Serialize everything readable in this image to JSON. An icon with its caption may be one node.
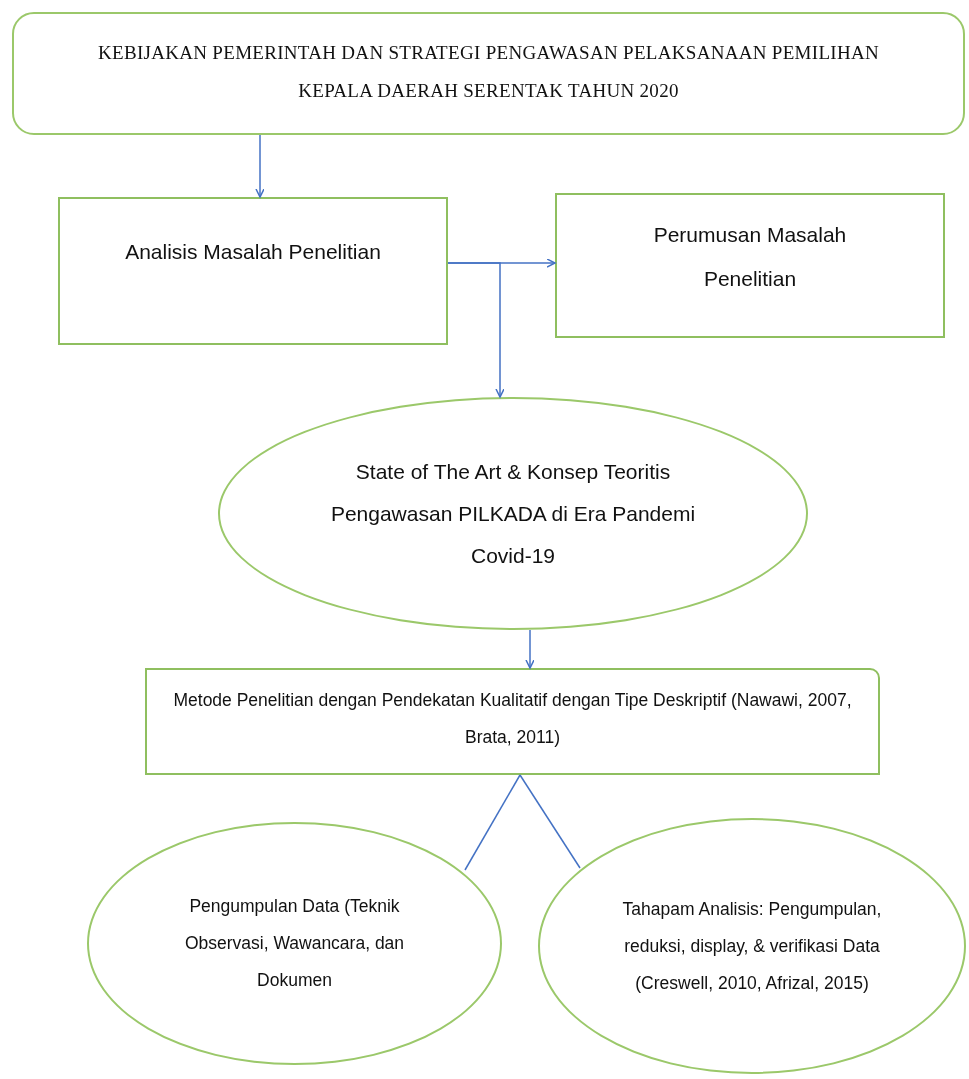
{
  "diagram": {
    "nodes": [
      {
        "text": [
          "KEBIJAKAN PEMERINTAH DAN STRATEGI PENGAWASAN PELAKSANAAN PEMILIHAN KEPALA DAERAH SERENTAK TAHUN 2020"
        ]
      },
      {
        "text": [
          "Analisis Masalah Penelitian"
        ]
      },
      {
        "text": [
          "Perumusan Masalah Penelitian"
        ]
      },
      {
        "text": [
          "State of The Art & Konsep Teoritis Pengawasan PILKADA di Era Pandemi Covid-19"
        ]
      },
      {
        "text": [
          "Metode Penelitian dengan Pendekatan Kualitatif dengan Tipe Deskriptif (Nawawi, 2007, Brata, 2011)"
        ]
      },
      {
        "text": [
          "Pengumpulan Data (Teknik Observasi, Wawancara, dan Dokumen"
        ]
      },
      {
        "text": [
          "Tahapam Analisis: Pengumpulan, reduksi, display, & verifikasi Data (Creswell, 2010, Afrizal, 2015)"
        ]
      }
    ],
    "edges": [
      {
        "from": 0,
        "to": 1,
        "arrow": "to"
      },
      {
        "from": 1,
        "to": 2,
        "arrow": "to"
      },
      {
        "from": 1,
        "to": 3,
        "arrow": "to"
      },
      {
        "from": 3,
        "to": 4,
        "arrow": "to"
      },
      {
        "from": 4,
        "to": 5,
        "arrow": "none"
      },
      {
        "from": 4,
        "to": 6,
        "arrow": "none"
      }
    ]
  }
}
